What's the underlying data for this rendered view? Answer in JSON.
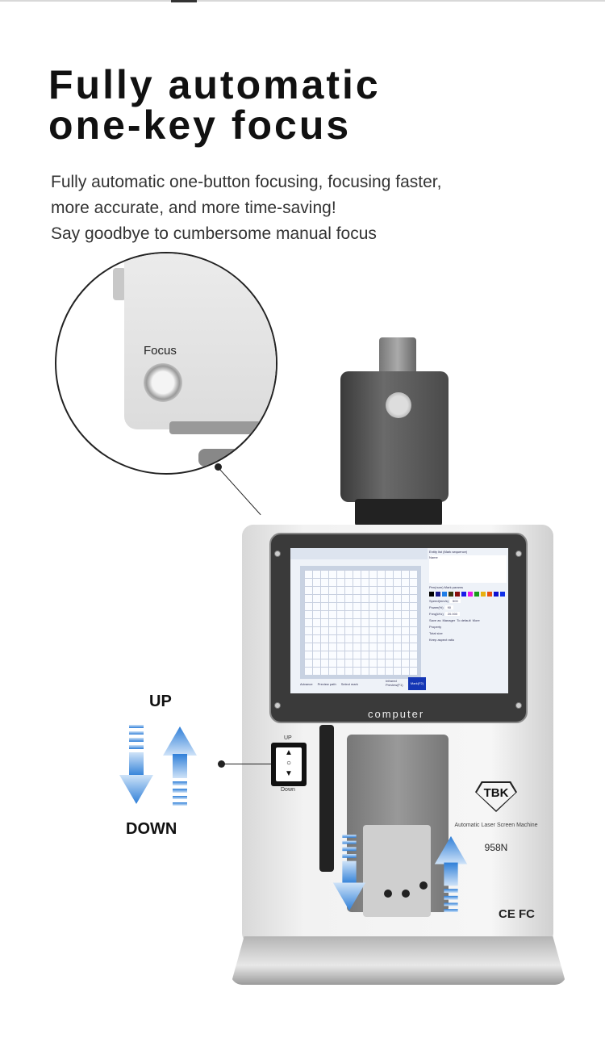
{
  "headline": {
    "line1": "Fully automatic",
    "line2": "one-key focus"
  },
  "subtitle": [
    "Fully automatic one-button focusing, focusing faster,",
    "more accurate, and more time-saving!",
    "Say goodbye to cumbersome manual focus"
  ],
  "callout": {
    "focus_label": "Focus"
  },
  "direction": {
    "up": "UP",
    "down": "DOWN"
  },
  "controller": {
    "up": "UP",
    "down": "Down"
  },
  "screen": {
    "bezel_label": "computer",
    "panel_title": "Entity list (Mark sequence)",
    "name_col": "Name",
    "param_title": "Pen(num) Mark params",
    "swatch_colors": [
      "#000000",
      "#1a1a8a",
      "#1e7de8",
      "#3a3a10",
      "#8a1010",
      "#1a1ae8",
      "#e81ae8",
      "#1a9a1a",
      "#e8b010",
      "#e85010",
      "#1010d0",
      "#1030e8"
    ],
    "fields": [
      {
        "label": "Speed(mm/s)",
        "value": "500"
      },
      {
        "label": "Power(%)",
        "value": "90"
      },
      {
        "label": "Freq(kHz)",
        "value": "20.000"
      }
    ],
    "buttons": [
      "Save as",
      "Manager",
      "To default",
      "More"
    ],
    "property_title": "Property",
    "total_size": "Total size",
    "keep_aspect": "Keep aspect ratio",
    "bottom": {
      "advance": "Advance",
      "preview_path": "Preview path",
      "select_mark": "Select mark",
      "infrared": "Infrared Preview(F1)",
      "mark": "Mark(F2)"
    }
  },
  "product": {
    "brand": "TBK",
    "name": "Automatic Laser Screen Machine",
    "model": "958N",
    "certifications": "CE FC"
  },
  "colors": {
    "arrow_blue": "#2f7fd8"
  }
}
